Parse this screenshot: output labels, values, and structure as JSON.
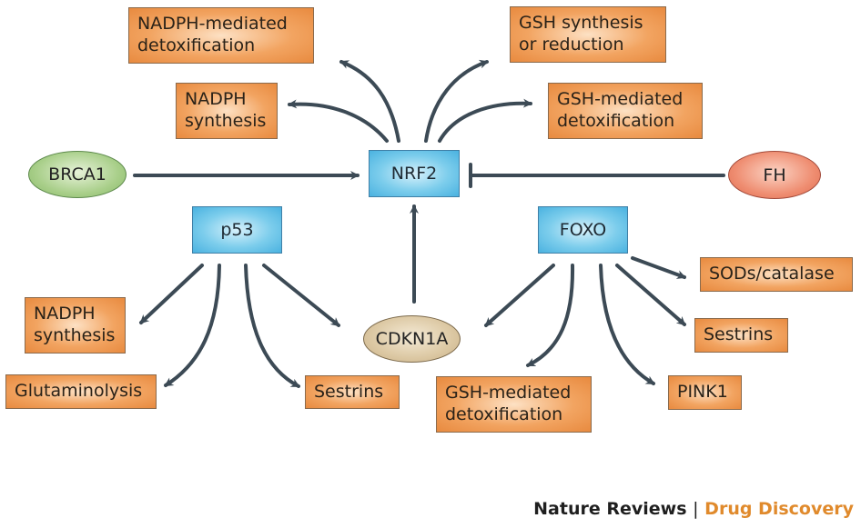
{
  "diagram": {
    "hubs": {
      "nrf2": "NRF2",
      "p53": "p53",
      "foxo": "FOXO"
    },
    "regulators": {
      "brca1": "BRCA1",
      "fh": "FH",
      "cdkn1a": "CDKN1A"
    },
    "nrf2_targets": {
      "nadph_mediated_detox": [
        "NADPH-mediated",
        "detoxification"
      ],
      "nadph_synthesis": [
        "NADPH",
        "synthesis"
      ],
      "gsh_synthesis": [
        "GSH synthesis",
        "or reduction"
      ],
      "gsh_mediated_detox": [
        "GSH-mediated",
        "detoxification"
      ]
    },
    "p53_targets": {
      "nadph_synthesis": [
        "NADPH",
        "synthesis"
      ],
      "glutaminolysis": "Glutaminolysis",
      "sestrins": "Sestrins"
    },
    "foxo_targets": {
      "sods_catalase": "SODs/catalase",
      "sestrins": "Sestrins",
      "pink1": "PINK1",
      "gsh_mediated_detox": [
        "GSH-mediated",
        "detoxification"
      ]
    },
    "edges": [
      {
        "from": "BRCA1",
        "to": "NRF2",
        "type": "activation"
      },
      {
        "from": "FH",
        "to": "NRF2",
        "type": "inhibition"
      },
      {
        "from": "CDKN1A",
        "to": "NRF2",
        "type": "activation"
      },
      {
        "from": "NRF2",
        "to": "NADPH-mediated detoxification",
        "type": "activation"
      },
      {
        "from": "NRF2",
        "to": "NADPH synthesis",
        "type": "activation"
      },
      {
        "from": "NRF2",
        "to": "GSH synthesis or reduction",
        "type": "activation"
      },
      {
        "from": "NRF2",
        "to": "GSH-mediated detoxification",
        "type": "activation"
      },
      {
        "from": "p53",
        "to": "NADPH synthesis",
        "type": "activation"
      },
      {
        "from": "p53",
        "to": "Glutaminolysis",
        "type": "activation"
      },
      {
        "from": "p53",
        "to": "Sestrins",
        "type": "activation"
      },
      {
        "from": "p53",
        "to": "CDKN1A",
        "type": "activation"
      },
      {
        "from": "FOXO",
        "to": "CDKN1A",
        "type": "activation"
      },
      {
        "from": "FOXO",
        "to": "GSH-mediated detoxification",
        "type": "activation"
      },
      {
        "from": "FOXO",
        "to": "PINK1",
        "type": "activation"
      },
      {
        "from": "FOXO",
        "to": "Sestrins",
        "type": "activation"
      },
      {
        "from": "FOXO",
        "to": "SODs/catalase",
        "type": "activation"
      }
    ],
    "colors": {
      "arrow": "#3c4a55",
      "process_box": "#f2a461",
      "hub_box": "#7ccdec",
      "brca1": "#a9cf8a",
      "fh": "#ef8e72",
      "cdkn1a": "#dcc8a3"
    }
  },
  "footer": {
    "journal": "Nature Reviews",
    "separator": "|",
    "section": "Drug Discovery"
  }
}
